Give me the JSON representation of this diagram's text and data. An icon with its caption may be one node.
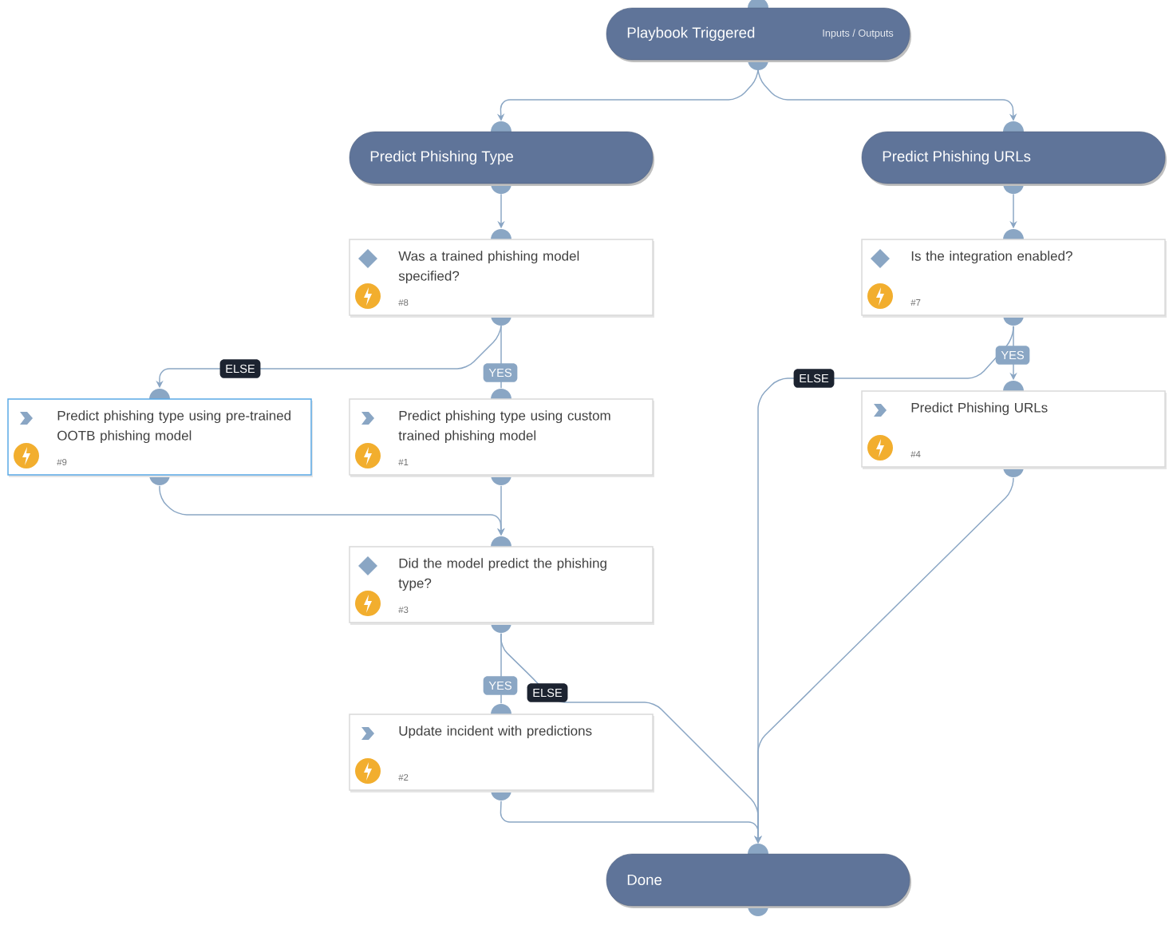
{
  "diagram": {
    "nodes": [
      {
        "text": [
          "Playbook Triggered",
          "Inputs / Outputs"
        ]
      },
      {
        "text": [
          "Predict Phishing Type"
        ]
      },
      {
        "text": [
          "Predict Phishing URLs"
        ]
      },
      {
        "text": [
          "Was a trained phishing model specified?",
          "#8"
        ]
      },
      {
        "text": [
          "Is the integration enabled?",
          "#7"
        ]
      },
      {
        "text": [
          "Predict phishing type using pre-trained OOTB phishing model",
          "#9"
        ]
      },
      {
        "text": [
          "Predict phishing type using custom trained phishing model",
          "#1"
        ]
      },
      {
        "text": [
          "Predict Phishing URLs",
          "#4"
        ]
      },
      {
        "text": [
          "Did the model predict the phishing type?",
          "#3"
        ]
      },
      {
        "text": [
          "Update incident with predictions",
          "#2"
        ]
      },
      {
        "text": [
          "Done"
        ]
      }
    ],
    "edges": [
      {
        "from": 0,
        "to": 1,
        "arrow": "to"
      },
      {
        "from": 0,
        "to": 2,
        "arrow": "to"
      },
      {
        "from": 1,
        "to": 3,
        "arrow": "to"
      },
      {
        "from": 2,
        "to": 4,
        "arrow": "to"
      },
      {
        "from": 3,
        "to": 5,
        "arrow": "to",
        "label": "ELSE"
      },
      {
        "from": 3,
        "to": 6,
        "arrow": "none",
        "label": "YES"
      },
      {
        "from": 4,
        "to": 10,
        "arrow": "to",
        "label": "ELSE"
      },
      {
        "from": 4,
        "to": 7,
        "arrow": "to",
        "label": "YES"
      },
      {
        "from": 5,
        "to": 8,
        "arrow": "to"
      },
      {
        "from": 6,
        "to": 8,
        "arrow": "to"
      },
      {
        "from": 7,
        "to": 10,
        "arrow": "to"
      },
      {
        "from": 8,
        "to": 9,
        "arrow": "none",
        "label": "YES"
      },
      {
        "from": 8,
        "to": 10,
        "arrow": "to",
        "label": "ELSE"
      },
      {
        "from": 9,
        "to": 10,
        "arrow": "to"
      }
    ]
  }
}
